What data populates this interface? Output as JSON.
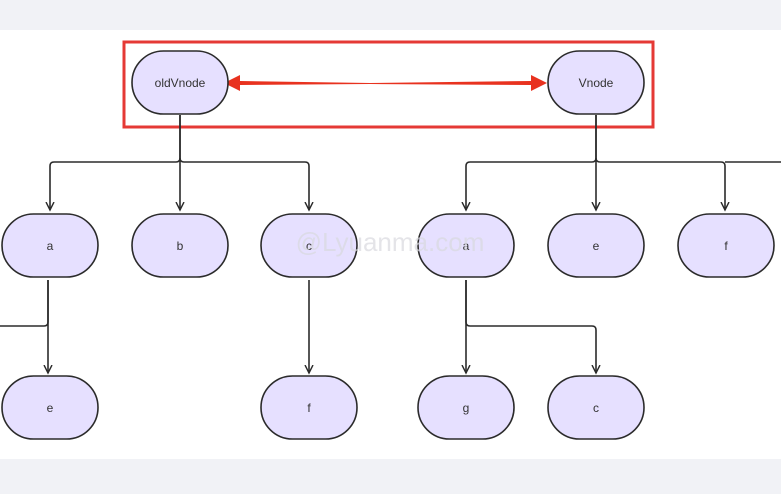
{
  "colors": {
    "background": "#f1f2f6",
    "canvas": "#ffffff",
    "node_fill": "#e6e0ff",
    "node_stroke": "#2b2b2b",
    "edge": "#2b2b2b",
    "highlight": "#e53935",
    "double_arrow": "#e8321f"
  },
  "diagram": {
    "nodes": [
      {
        "id": "oldVnode",
        "label": "oldVnode"
      },
      {
        "id": "Vnode",
        "label": "Vnode"
      },
      {
        "id": "old-a",
        "label": "a"
      },
      {
        "id": "old-b",
        "label": "b"
      },
      {
        "id": "old-c",
        "label": "c"
      },
      {
        "id": "old-e",
        "label": "e"
      },
      {
        "id": "old-f",
        "label": "f"
      },
      {
        "id": "new-a",
        "label": "a"
      },
      {
        "id": "new-e",
        "label": "e"
      },
      {
        "id": "new-f",
        "label": "f"
      },
      {
        "id": "new-g",
        "label": "g"
      },
      {
        "id": "new-c",
        "label": "c"
      }
    ],
    "edges": [
      {
        "from": "oldVnode",
        "to": "old-a"
      },
      {
        "from": "oldVnode",
        "to": "old-b"
      },
      {
        "from": "oldVnode",
        "to": "old-c"
      },
      {
        "from": "old-a",
        "to": "old-e"
      },
      {
        "from": "old-c",
        "to": "old-f"
      },
      {
        "from": "Vnode",
        "to": "new-a"
      },
      {
        "from": "Vnode",
        "to": "new-e"
      },
      {
        "from": "Vnode",
        "to": "new-f"
      },
      {
        "from": "new-a",
        "to": "new-g"
      },
      {
        "from": "new-a",
        "to": "new-c"
      }
    ],
    "comparison": {
      "between": [
        "oldVnode",
        "Vnode"
      ],
      "style": "double-arrow",
      "highlighted": true
    }
  },
  "watermark": "@Lyuanma.com"
}
